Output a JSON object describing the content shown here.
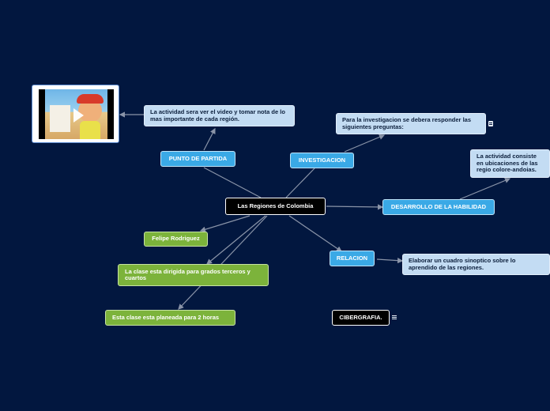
{
  "mindmap": {
    "central": "Las Regiones de Colombia",
    "punto_de_partida": {
      "label": "PUNTO DE PARTIDA",
      "note": "La actividad sera ver el video  y tomar nota de lo mas importante de cada región."
    },
    "investigacion": {
      "label": "INVESTIGACION",
      "note": "Para la investigacion se debera responder las siguientes preguntas:"
    },
    "desarrollo": {
      "label": "DESARROLLO DE LA HABILIDAD",
      "note": "La actividad consiste en ubicaciones de las regio colore-andoias."
    },
    "relacion": {
      "label": "RELACION",
      "note": "Elaborar un cuadro sinoptico sobre lo aprendido de las regiones."
    },
    "cibergrafia": {
      "label": "CIBERGRAFIA."
    },
    "felipe": "Felipe Rodriguez",
    "clase_grados": "La clase esta dirigida para grados terceros y cuartos",
    "clase_horas": "Esta clase esta planeada para 2 horas"
  },
  "colors": {
    "background": "#02173f",
    "blue_node": "#3aa9e6",
    "green_node": "#7cb33b",
    "note_node": "#c3dcf3",
    "link": "#8a94a8"
  }
}
